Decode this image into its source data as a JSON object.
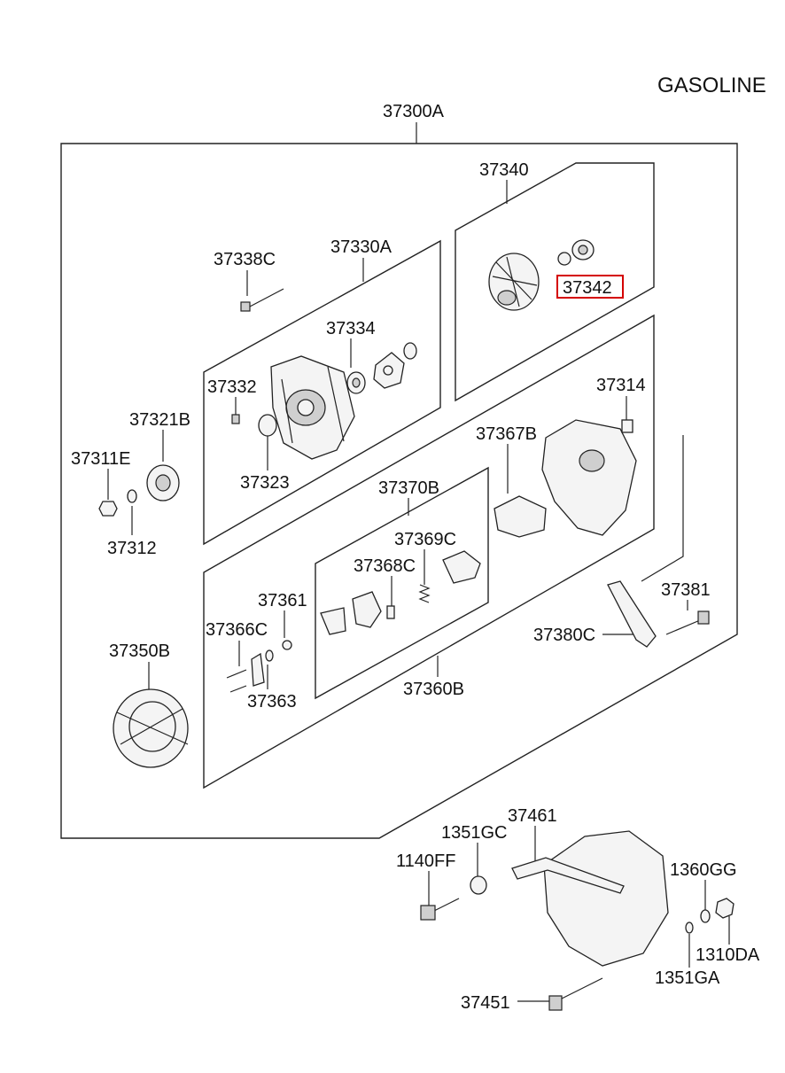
{
  "header": {
    "variant": "GASOLINE"
  },
  "highlight_color": "#d40000",
  "labels": {
    "p37300A": "37300A",
    "p37340": "37340",
    "p37342": "37342",
    "p37338C": "37338C",
    "p37330A": "37330A",
    "p37334": "37334",
    "p37332": "37332",
    "p37321B": "37321B",
    "p37311E": "37311E",
    "p37323": "37323",
    "p37312": "37312",
    "p37314": "37314",
    "p37367B": "37367B",
    "p37370B": "37370B",
    "p37369C": "37369C",
    "p37368C": "37368C",
    "p37361": "37361",
    "p37366C": "37366C",
    "p37350B": "37350B",
    "p37363": "37363",
    "p37360B": "37360B",
    "p37381": "37381",
    "p37380C": "37380C",
    "p37461": "37461",
    "p1351GC": "1351GC",
    "p1140FF": "1140FF",
    "p1360GG": "1360GG",
    "p1310DA": "1310DA",
    "p1351GA": "1351GA",
    "p37451": "37451"
  }
}
